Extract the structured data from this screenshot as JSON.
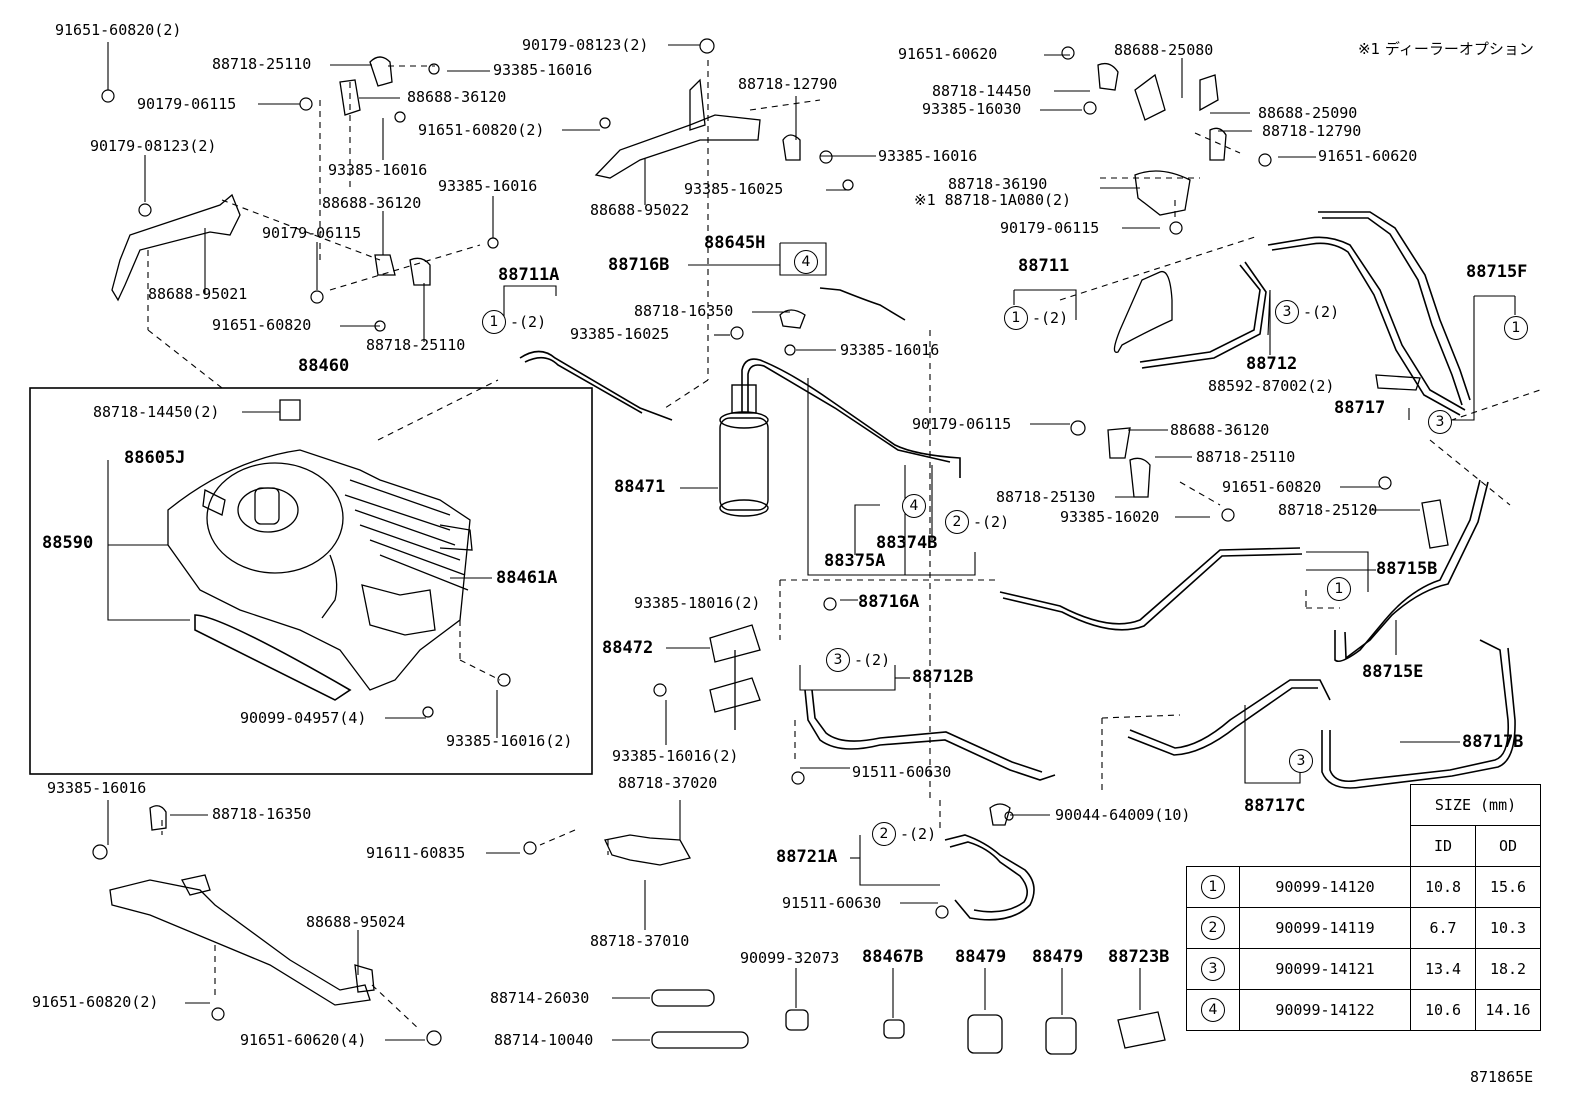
{
  "note": "※1 ディーラーオプション",
  "diagram_code": "871865E",
  "labels": {
    "l1": "91651-60820(2)",
    "l2": "88718-25110",
    "l3": "93385-16016",
    "l4": "90179-06115",
    "l5": "88688-36120",
    "l6": "93385-16016",
    "l7": "90179-08123(2)",
    "l8": "88688-36120",
    "l9": "93385-16016",
    "l10": "90179-06115",
    "l11": "88688-95021",
    "l12": "91651-60820",
    "l13": "88718-25110",
    "l14": "88711A",
    "l15": "88460",
    "l16": "88718-14450(2)",
    "l17": "88605J",
    "l18": "88590",
    "l19": "88461A",
    "l20": "90099-04957(4)",
    "l21": "93385-16016(2)",
    "l22": "90179-08123(2)",
    "l23": "91651-60820(2)",
    "l24": "88718-12790",
    "l25": "93385-16016",
    "l26": "88688-95022",
    "l27": "93385-16025",
    "l28": "88645H",
    "l29": "88716B",
    "l30": "88718-16350",
    "l31": "93385-16025",
    "l32": "93385-16016",
    "l33": "88471",
    "l34": "88374B",
    "l35": "88375A",
    "l36": "88716A",
    "l37": "93385-18016(2)",
    "l38": "88472",
    "l39": "88712B",
    "l40": "93385-16016(2)",
    "l41": "91511-60630",
    "l42": "88718-37020",
    "l43": "91611-60835",
    "l44": "88718-37010",
    "l45": "88721A",
    "l46": "90044-64009(10)",
    "l47": "91511-60630",
    "l48": "93385-16016",
    "l49": "88718-16350",
    "l50": "88688-95024",
    "l51": "91651-60820(2)",
    "l52": "91651-60620(4)",
    "l53": "88714-26030",
    "l54": "88714-10040",
    "l55": "90099-32073",
    "l56": "88467B",
    "l57": "88479",
    "l58": "88479",
    "l59": "88723B",
    "l60": "91651-60620",
    "l61": "88688-25080",
    "l62": "88718-14450",
    "l63": "93385-16030",
    "l64": "88688-25090",
    "l65": "88718-12790",
    "l66": "91651-60620",
    "l67": "88718-36190",
    "l68": "※1 88718-1A080(2)",
    "l69": "90179-06115",
    "l70": "88711",
    "l71": "88712",
    "l72": "88715F",
    "l73": "88592-87002(2)",
    "l74": "88717",
    "l75": "90179-06115",
    "l76": "88688-36120",
    "l77": "88718-25110",
    "l78": "88718-25130",
    "l79": "91651-60820",
    "l80": "93385-16020",
    "l81": "88718-25120",
    "l82": "88715B",
    "l83": "88715E",
    "l84": "88717B",
    "l85": "88717C"
  },
  "circle_refs": {
    "c1": "1",
    "c2": "4",
    "c3": "4",
    "c4": "2",
    "c5": "1",
    "c6": "3",
    "c7": "1",
    "c8": "3",
    "c9": "1",
    "c10": "3",
    "c11": "2",
    "c12": "3"
  },
  "circle_notes": {
    "n1": "-(2)",
    "n2": "-(2)",
    "n3": "-(2)",
    "n4": "-(2)",
    "n5": "-(2)",
    "n6": "-(2)"
  },
  "size_table": {
    "header": "SIZE (mm)",
    "col_id": "ID",
    "col_od": "OD",
    "rows": [
      {
        "ref": "1",
        "part": "90099-14120",
        "id": "10.8",
        "od": "15.6"
      },
      {
        "ref": "2",
        "part": "90099-14119",
        "id": "6.7",
        "od": "10.3"
      },
      {
        "ref": "3",
        "part": "90099-14121",
        "id": "13.4",
        "od": "18.2"
      },
      {
        "ref": "4",
        "part": "90099-14122",
        "id": "10.6",
        "od": "14.16"
      }
    ]
  }
}
